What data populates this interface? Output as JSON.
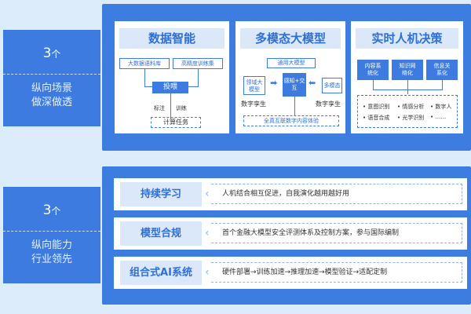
{
  "section1": {
    "count": "3",
    "unit": "个",
    "desc_lines": [
      "纵向场景",
      "做深做透"
    ]
  },
  "section2": {
    "count": "3",
    "unit": "个",
    "desc_lines": [
      "纵向能力",
      "行业领先"
    ]
  },
  "panels": [
    {
      "title": "数据智能",
      "box1": "大数据语料库",
      "box2": "高精度训练集",
      "center": "投喂",
      "label1": "标注",
      "label2": "训练",
      "bottom": "计算任务"
    },
    {
      "title": "多模态大模型",
      "top": "通用大模型",
      "left": "领域大模型",
      "center": "感知+交互",
      "right": "多模态",
      "label_left": "数字孪生",
      "label_right": "数字孪生",
      "bottom": "全真互联数字内容体验"
    },
    {
      "title": "实时人机决策",
      "boxes": [
        "内容系统化",
        "知识网络化",
        "信息关系化"
      ],
      "bullets": [
        "意图识别",
        "情感分析",
        "数字人",
        "语音合成",
        "光学识别",
        "……"
      ]
    }
  ],
  "rows": [
    {
      "name": "持续学习",
      "text": "人机结合相互促进，自我演化越用越好用"
    },
    {
      "name": "模型合规",
      "text": "首个金融大模型安全评测体系及控制方案，参与国际编制"
    },
    {
      "name": "组合式AI系统",
      "text": "硬件部署→训练加速→推理加速→模型验证→适配定制"
    }
  ]
}
